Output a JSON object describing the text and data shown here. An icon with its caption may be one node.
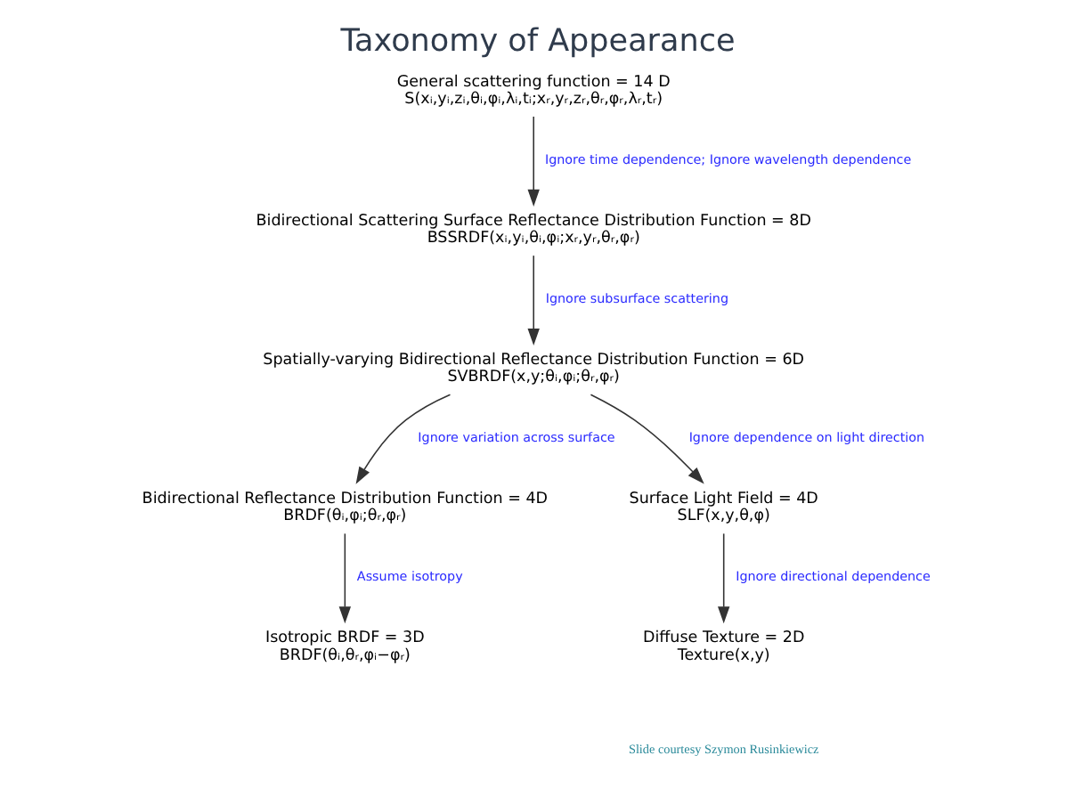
{
  "diagram": {
    "title": "Taxonomy of Appearance",
    "nodes": [
      {
        "text": [
          "General scattering function = 14 D",
          "S(xᵢ,yᵢ,zᵢ,θᵢ,φᵢ,λᵢ,tᵢ;xᵣ,yᵣ,zᵣ,θᵣ,φᵣ,λᵣ,tᵣ)"
        ]
      },
      {
        "text": [
          "Bidirectional Scattering Surface Reflectance Distribution Function = 8D",
          "BSSRDF(xᵢ,yᵢ,θᵢ,φᵢ;xᵣ,yᵣ,θᵣ,φᵣ)"
        ]
      },
      {
        "text": [
          "Spatially-varying Bidirectional Reflectance Distribution Function = 6D",
          "SVBRDF(x,y;θᵢ,φᵢ;θᵣ,φᵣ)"
        ]
      },
      {
        "text": [
          "Bidirectional Reflectance Distribution Function = 4D",
          "BRDF(θᵢ,φᵢ;θᵣ,φᵣ)"
        ]
      },
      {
        "text": [
          "Surface Light Field = 4D",
          "SLF(x,y,θ,φ)"
        ]
      },
      {
        "text": [
          "Isotropic BRDF = 3D",
          "BRDF(θᵢ,θᵣ,φᵢ−φᵣ)"
        ]
      },
      {
        "text": [
          "Diffuse Texture = 2D",
          "Texture(x,y)"
        ]
      }
    ],
    "edges": [
      {
        "from": 0,
        "to": 1,
        "arrow": "to",
        "label": "Ignore time dependence; Ignore wavelength dependence"
      },
      {
        "from": 1,
        "to": 2,
        "arrow": "to",
        "label": "Ignore subsurface scattering"
      },
      {
        "from": 2,
        "to": 3,
        "arrow": "to",
        "label": "Ignore variation across surface"
      },
      {
        "from": 2,
        "to": 4,
        "arrow": "to",
        "label": "Ignore dependence on light direction"
      },
      {
        "from": 3,
        "to": 5,
        "arrow": "to",
        "label": "Assume isotropy"
      },
      {
        "from": 4,
        "to": 6,
        "arrow": "to",
        "label": "Ignore directional dependence"
      }
    ],
    "labels": [
      "Slide courtesy Szymon Rusinkiewicz"
    ]
  }
}
